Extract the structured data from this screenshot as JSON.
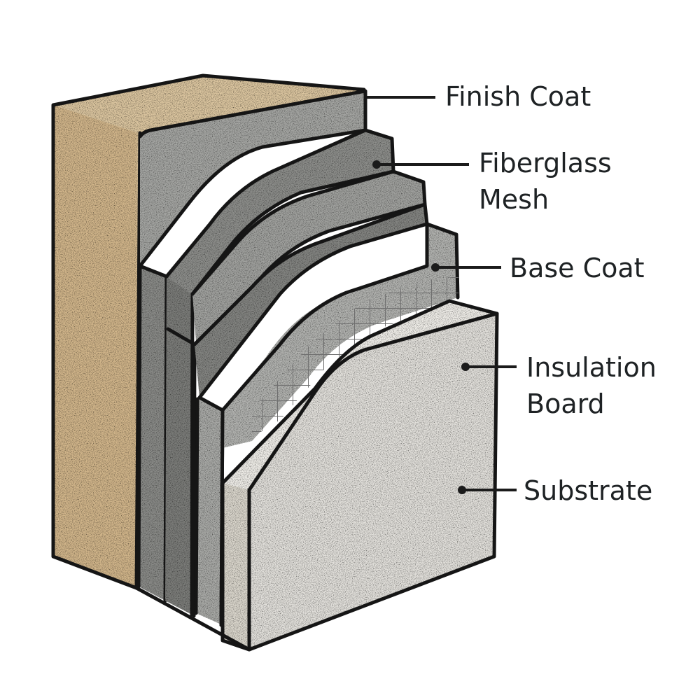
{
  "diagram": {
    "title": "Exterior insulation and finish system layers",
    "labels": [
      {
        "id": "finish-coat",
        "lines": [
          "Finish Coat"
        ]
      },
      {
        "id": "fiberglass-mesh",
        "lines": [
          "Fiberglass",
          "Mesh"
        ]
      },
      {
        "id": "base-coat",
        "lines": [
          "Base Coat"
        ]
      },
      {
        "id": "insulation-board",
        "lines": [
          "Insulation",
          "Board"
        ]
      },
      {
        "id": "substrate",
        "lines": [
          "Substrate"
        ]
      }
    ],
    "colors": {
      "substrate_tan": "#d8bf96",
      "gray_dark": "#7e807d",
      "gray_mid": "#9a9c99",
      "gray_light": "#b3b4b1",
      "insulation": "#e2e0db",
      "mesh": "#6f6f6f",
      "outline": "#151515"
    }
  }
}
